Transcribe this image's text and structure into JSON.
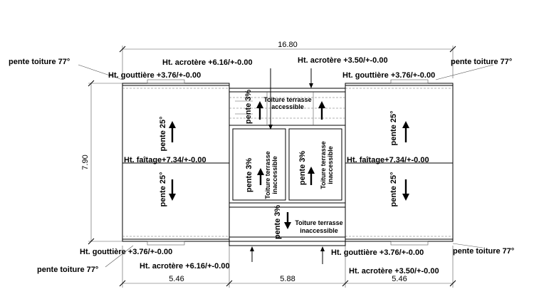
{
  "dimensions": {
    "overall_width": "16.80",
    "overall_height": "7.90",
    "bottom_left": "5.46",
    "bottom_middle": "5.88",
    "bottom_right": "5.46"
  },
  "labels": {
    "pente_toiture_tl": "pente toiture 77°",
    "pente_toiture_tr": "pente toiture 77°",
    "pente_toiture_bl": "pente toiture 77°",
    "pente_toiture_br": "pente toiture 77°",
    "acrotere_top_mid": "Ht. acrotère +6.16/+-0.00",
    "acrotere_top_right": "Ht. acrotère +3.50/+-0.00",
    "acrotere_bottom_mid": "Ht. acrotère +6.16/+-0.00",
    "acrotere_bottom_right": "Ht. acrotère +3.50/+-0.00",
    "gouttiere_tl": "Ht. gouttière +3.76/+-0.00",
    "gouttiere_tr": "Ht. gouttière +3.76/+-0.00",
    "gouttiere_bl": "Ht. gouttière +3.76/+-0.00",
    "gouttiere_br": "Ht. gouttière +3.76/+-0.00",
    "faitage_left": "Ht. faîtage+7.34/+-0.00",
    "faitage_right": "Ht. faîtage+7.34/+-0.00",
    "pente25_l_up": "pente 25°",
    "pente25_l_down": "pente 25°",
    "pente25_r_up": "pente 25°",
    "pente25_r_down": "pente 25°",
    "pente3_top": "pente 3%",
    "pente3_left": "pente 3%",
    "pente3_right": "pente 3%",
    "pente3_bottom": "pente 3%",
    "terrasse_acc_top_1": "Toiture terrasse",
    "terrasse_acc_top_2": "accessible",
    "terrasse_inacc_left_1": "Toiture terrasse",
    "terrasse_inacc_left_2": "inaccessible",
    "terrasse_inacc_right_1": "Toiture terrasse",
    "terrasse_inacc_right_2": "inaccessible",
    "terrasse_acc_bottom_1": "Toiture terrasse",
    "terrasse_acc_bottom_2": "inaccessible"
  }
}
